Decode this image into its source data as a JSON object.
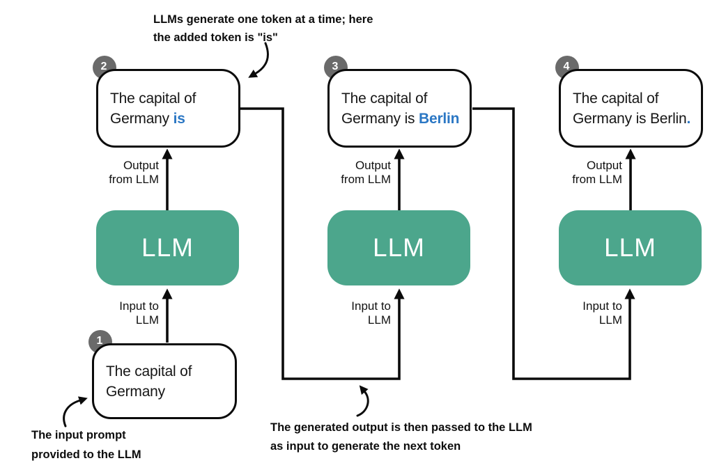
{
  "colors": {
    "llm_green": "#4CA68C",
    "token_blue": "#2B77C4",
    "badge_gray": "#6A6A6A",
    "line_black": "#0b0b0b"
  },
  "annotations": {
    "top": {
      "line1": "LLMs generate one token at a time; here",
      "line2": "the added token is \"is\""
    },
    "bottom_left": {
      "line1": "The input prompt",
      "line2": "provided to the LLM"
    },
    "bottom_middle": {
      "line1": "The generated output is then passed to the LLM",
      "line2": "as input to generate the next token"
    }
  },
  "labels": {
    "output": {
      "line1": "Output",
      "line2": "from LLM"
    },
    "input": {
      "line1": "Input to",
      "line2": "LLM"
    }
  },
  "llm_label": "LLM",
  "input_box": {
    "badge": "1",
    "line1": "The capital of",
    "line2": "Germany"
  },
  "output_boxes": [
    {
      "badge": "2",
      "line1": "The capital of",
      "line2": "Germany ",
      "token": "is"
    },
    {
      "badge": "3",
      "line1": "The capital of",
      "line2": "Germany is ",
      "token": "Berlin"
    },
    {
      "badge": "4",
      "line1": "The capital of",
      "line2": "Germany is Berlin",
      "token": "."
    }
  ]
}
